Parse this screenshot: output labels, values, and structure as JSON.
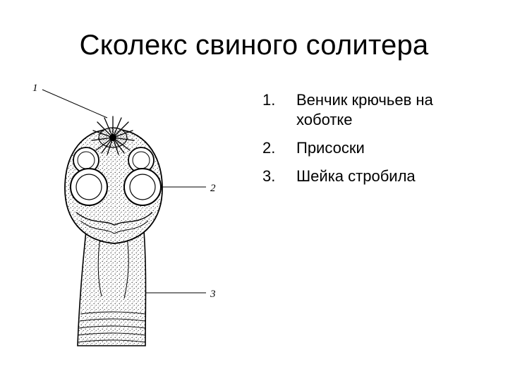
{
  "slide": {
    "title": "Сколекс свиного солитера"
  },
  "figure": {
    "callouts": [
      "1",
      "2",
      "3"
    ]
  },
  "legend": {
    "items": [
      {
        "number": "1.",
        "text": "Венчик крючьев на хоботке"
      },
      {
        "number": "2.",
        "text": "Присоски"
      },
      {
        "number": "3.",
        "text": "Шейка стробила"
      }
    ]
  }
}
